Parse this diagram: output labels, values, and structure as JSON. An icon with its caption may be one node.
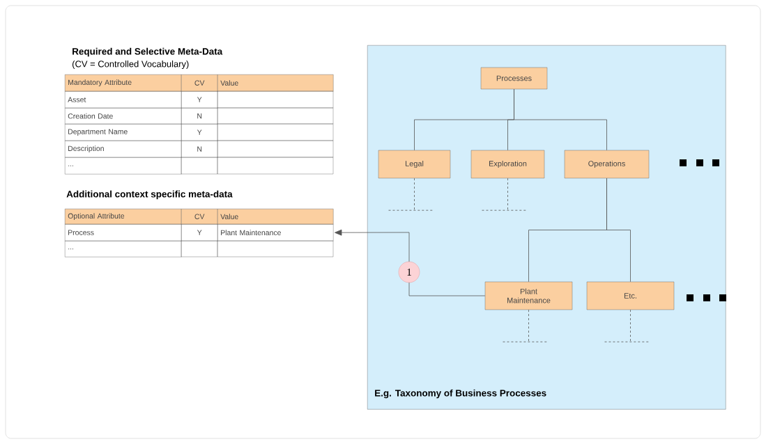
{
  "diagram": {
    "nodes": [
      {
        "text": [
          "E.g. Taxonomy of Business Processes"
        ]
      },
      {
        "text": [
          "Processes"
        ],
        "in": 0
      },
      {
        "text": [
          "Legal"
        ],
        "in": 0
      },
      {
        "text": [
          "Exploration"
        ],
        "in": 0
      },
      {
        "text": [
          "Operations"
        ],
        "in": 0
      },
      {
        "text": [
          "Plant Maintenance"
        ],
        "in": 0
      },
      {
        "text": [
          "Etc."
        ],
        "in": 0
      },
      {
        "text": [
          "Plant Maintenance"
        ]
      }
    ],
    "edges": [
      {
        "from": 1,
        "to": 2,
        "arrow": "none"
      },
      {
        "from": 1,
        "to": 3,
        "arrow": "none"
      },
      {
        "from": 1,
        "to": 4,
        "arrow": "none"
      },
      {
        "from": 4,
        "to": 5,
        "arrow": "none"
      },
      {
        "from": 4,
        "to": 6,
        "arrow": "none"
      },
      {
        "from": 5,
        "to": 7,
        "arrow": "to",
        "label": "1"
      },
      {
        "from": 2,
        "to": null,
        "arrow": "none",
        "style": "dashed"
      },
      {
        "from": 3,
        "to": null,
        "arrow": "none",
        "style": "dashed"
      },
      {
        "from": 5,
        "to": null,
        "arrow": "none",
        "style": "dashed"
      },
      {
        "from": 6,
        "to": null,
        "arrow": "none",
        "style": "dashed"
      }
    ],
    "labels": [
      "Required and Selective Meta-Data",
      "(CV = Controlled Vocabulary)",
      "Mandatory Attribute",
      "CV",
      "Value",
      "Asset",
      "Y",
      "Creation Date",
      "N",
      "Department Name",
      "Y",
      "Description",
      "N",
      "...",
      "Additional context specific meta-data",
      "Optional Attribute",
      "CV",
      "Value",
      "Process",
      "Y",
      "..."
    ]
  }
}
